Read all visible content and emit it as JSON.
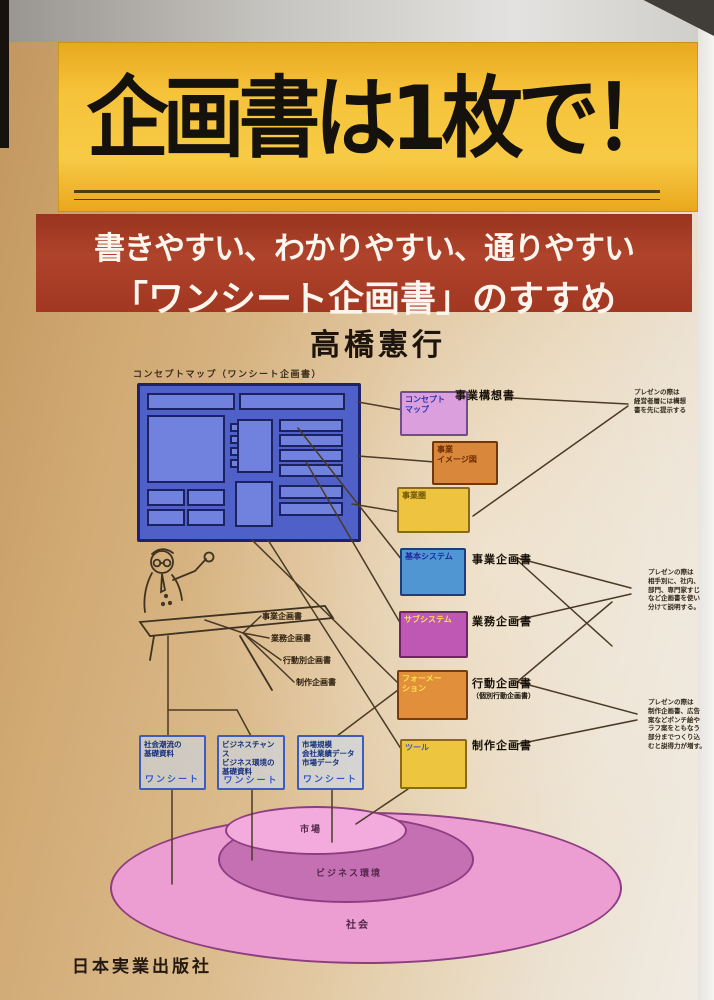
{
  "cover": {
    "title": "企画書は1枚で！",
    "subtitle_line1": "書きやすい、わかりやすい、通りやすい",
    "subtitle_line2": "「ワンシート企画書」のすすめ",
    "author": "高橋憲行",
    "publisher": "日本実業出版社",
    "colors": {
      "title_band": "#f6c33a",
      "subtitle_band": "#a83b27",
      "title_text": "#15110d",
      "subtitle_text": "#fdf6ee"
    }
  },
  "diagram": {
    "caption": "コンセプトマップ（ワンシート企画書）",
    "sheet_boxes": [
      {
        "label": "コンセプト\nマップ",
        "color": "#dc9fdd"
      },
      {
        "label": "事業\nイメージ図",
        "color": "#d9883b"
      },
      {
        "label": "事業圏",
        "color": "#eec33f"
      },
      {
        "label": "基本システム",
        "color": "#4f96d2"
      },
      {
        "label": "サブシステム",
        "color": "#be58b4"
      },
      {
        "label": "フォーメー\nション",
        "color": "#e18f3a"
      },
      {
        "label": "ツール",
        "color": "#eec53f"
      }
    ],
    "document_labels": [
      {
        "label": "事業構想書"
      },
      {
        "label": "事業企画書"
      },
      {
        "label": "業務企画書"
      },
      {
        "label": "行動企画書",
        "sublabel": "（個別行動企画書）"
      },
      {
        "label": "制作企画書"
      }
    ],
    "output_labels": [
      "事業企画書",
      "業務企画書",
      "行動別企画書",
      "制作企画書"
    ],
    "notes": [
      {
        "text": "プレゼンの際は\n経営者層には構想\n書を先に提示する"
      },
      {
        "text": "プレゼンの際は\n相手別に、社内、\n部門、専門家すじ\nなど企画書を使い\n分けて説明する。"
      },
      {
        "text": "プレゼンの際は\n制作企画書、広告\n案などポンチ絵や\nラフ案をともなう\n部分までつくり込\nむと説得力が増す。"
      }
    ],
    "sheets": [
      {
        "lines": "社会潮流の\n基礎資料",
        "tag": "ワンシート"
      },
      {
        "lines": "ビジネスチャンス\nビジネス環境の\n基礎資料",
        "tag": "ワンシート"
      },
      {
        "lines": "市場規模\n会社業績データ\n市場データ",
        "tag": "ワンシート"
      }
    ],
    "environment_rings": [
      {
        "label": "市場"
      },
      {
        "label": "ビジネス環境"
      },
      {
        "label": "社会"
      }
    ]
  }
}
